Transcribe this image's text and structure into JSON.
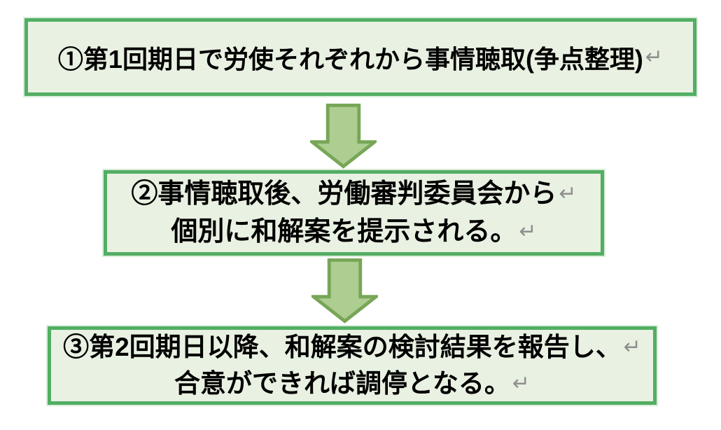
{
  "flowchart": {
    "colors": {
      "background": "#ffffff",
      "box_border": "#52ae63",
      "box_fill": "#e9f1e2",
      "arrow_fill": "#adcd91",
      "arrow_stroke": "#77a657",
      "text": "#000000",
      "return_mark": "#8f8f8f"
    },
    "return_mark": "↵",
    "arrow_icon": "down-block-arrow",
    "steps": [
      {
        "lines": [
          "①第1回期日で労使それぞれから事情聴取(争点整理)"
        ]
      },
      {
        "lines": [
          "②事情聴取後、労働審判委員会から",
          "個別に和解案を提示される。"
        ]
      },
      {
        "lines": [
          "③第2回期日以降、和解案の検討結果を報告し、",
          "合意ができれば調停となる。"
        ]
      }
    ]
  }
}
